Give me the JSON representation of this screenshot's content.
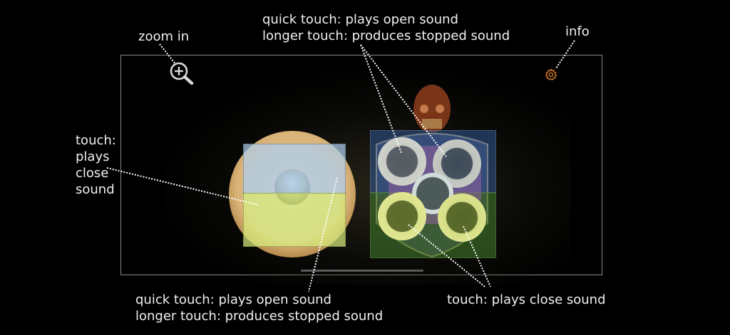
{
  "annotations": {
    "zoom_in": "zoom in",
    "info": "info",
    "top_open_line1": "quick touch: plays open sound",
    "top_open_line2": "longer touch: produces stopped sound",
    "left_close": "touch:\nplays\nclose\nsound",
    "bottom_open_line1": "quick touch: plays open sound",
    "bottom_open_line2": "longer touch: produces stopped sound",
    "bottom_close": "touch: plays close sound"
  },
  "icons": {
    "zoom": "zoom-in-magnifier",
    "info": "gear"
  },
  "colors": {
    "frame": "#8a8a8a",
    "gear": "#d07a2a",
    "open_zone": "#a9c7e0",
    "close_zone": "#d9e87a",
    "gong_gold": "#d8b070",
    "turtle_body": "#7a3418",
    "leader": "#ffffff"
  },
  "instruments": [
    {
      "name": "single gong",
      "zones": [
        "open (upper, blue)",
        "close (lower, yellow)"
      ]
    },
    {
      "name": "turtle gong set",
      "gongs": 5,
      "zones": [
        "open (upper two, white)",
        "close (lower two, yellow)"
      ]
    }
  ]
}
